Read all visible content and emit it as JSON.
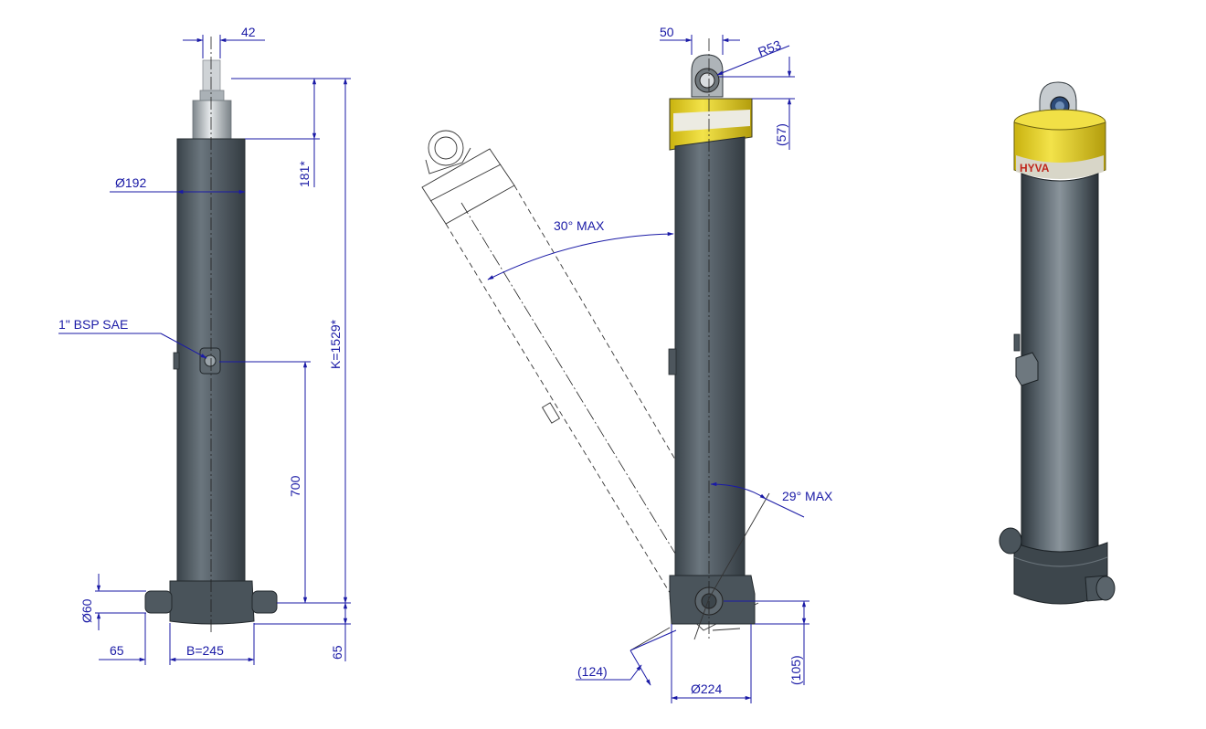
{
  "dimensions": {
    "front": {
      "rod_width": "42",
      "body_diameter": "Ø192",
      "stroke_extension": "181*",
      "port_label": "1\" BSP SAE",
      "port_height": "700",
      "closed_length": "K=1529*",
      "trunnion_diameter": "Ø60",
      "trunnion_offset": "65",
      "base_width": "B=245",
      "base_height": "65"
    },
    "side": {
      "eye_width": "50",
      "eye_radius": "R53",
      "collar_height": "(57)",
      "tilt_back": "30° MAX",
      "tilt_forward": "29° MAX",
      "base_offset": "(124)",
      "base_diameter": "Ø224",
      "base_height": "(105)"
    },
    "render": {
      "brand_mark": "HYVA"
    }
  },
  "colors": {
    "cylinder_body": "#4a545c",
    "cylinder_highlight": "#8a949b",
    "collar_yellow": "#e8d21e",
    "rod_chrome": "#c9cdd0",
    "dimension_blue": "#1a1aa6",
    "brand_red": "#c0261c"
  }
}
